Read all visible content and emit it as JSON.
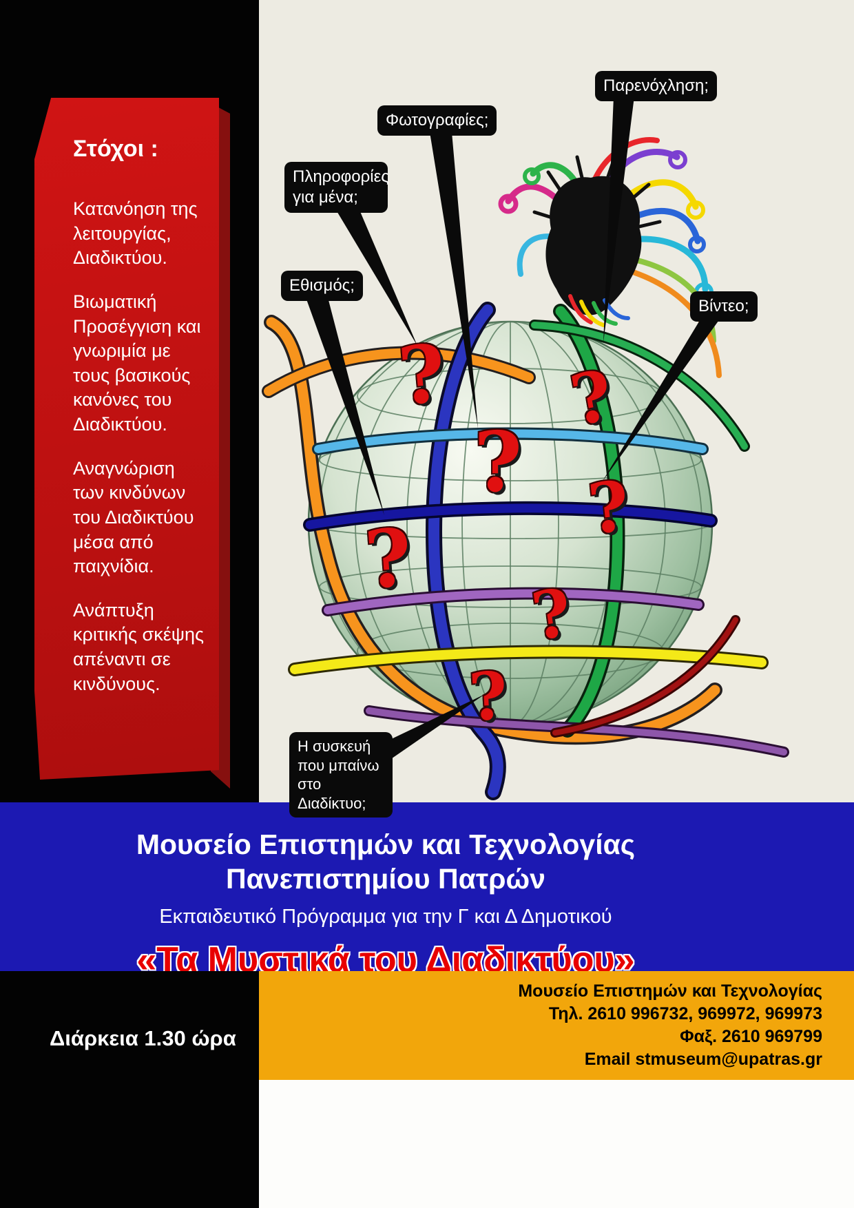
{
  "goals_panel": {
    "title": "Στόχοι :",
    "items": [
      "Κατανόηση της λειτουργίας, Διαδικτύου.",
      "Βιωματική Προσέγγιση και γνωριμία με τους βασικούς κανόνες του Διαδικτύου.",
      "Αναγνώριση των κινδύνων του Διαδικτύου μέσα από παιχνίδια.",
      "Ανάπτυξη κριτικής σκέψης απέναντι σε κινδύνους."
    ]
  },
  "callouts": [
    {
      "label": "Παρενόχληση;"
    },
    {
      "label": "Φωτογραφίες;"
    },
    {
      "label": "Πληροφορίες για μένα;"
    },
    {
      "label": "Εθισμός;"
    },
    {
      "label": "Βίντεο;"
    },
    {
      "label": "Η συσκευή που μπαίνω στο Διαδίκτυο;"
    }
  ],
  "illustration": {
    "question_mark": "?"
  },
  "banner": {
    "title_line1": "Μουσείο  Επιστημών και Τεχνολογίας",
    "title_line2": "Πανεπιστημίου Πατρών",
    "subtitle": "Εκπαιδευτικό Πρόγραμμα για την Γ και Δ Δημοτικού",
    "program_title": "«Τα Μυστικά του Διαδικτύου»"
  },
  "footer": {
    "duration": "Διάρκεια  1.30 ώρα",
    "contact_lines": [
      "Μουσείο Επιστημών και Τεχνολογίας",
      "Τηλ. 2610 996732, 969972, 969973",
      "Φαξ. 2610 969799",
      "Email stmuseum@upatras.gr"
    ]
  },
  "colors": {
    "panel_red": "#c71212",
    "band_blue": "#1c19b2",
    "footer_orange": "#f2a60b",
    "question_red": "#e01010"
  }
}
